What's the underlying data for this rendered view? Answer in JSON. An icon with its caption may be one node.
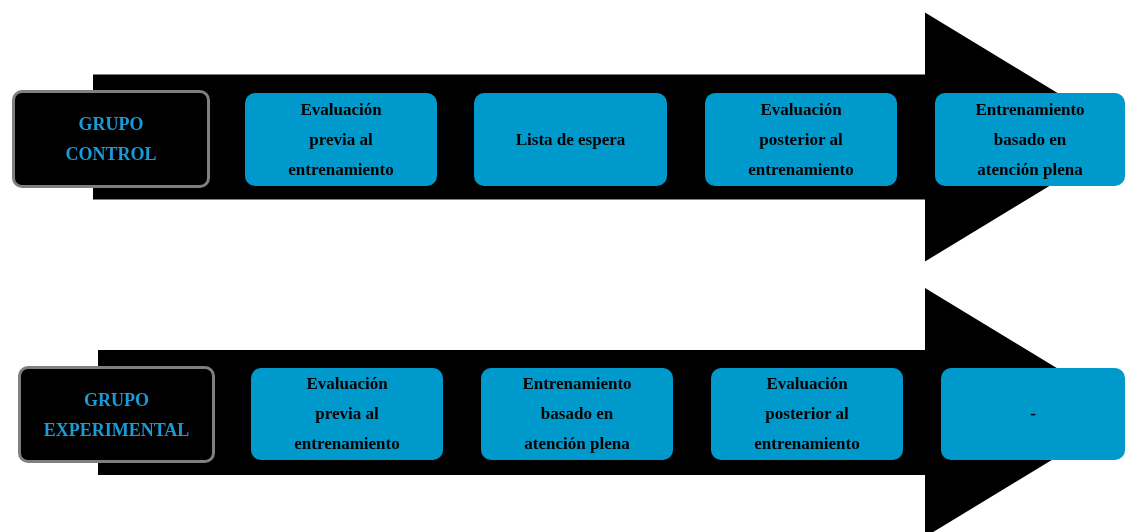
{
  "diagram": {
    "nodes": [
      {
        "text": [
          "GRUPO CONTROL"
        ]
      },
      {
        "text": [
          "Evaluación previa al entrenamiento"
        ]
      },
      {
        "text": [
          "Lista de espera"
        ]
      },
      {
        "text": [
          "Evaluación posterior al entrenamiento"
        ]
      },
      {
        "text": [
          "Entrenamiento basado en atención plena"
        ]
      },
      {
        "text": [
          "GRUPO EXPERIMENTAL"
        ]
      },
      {
        "text": [
          "Evaluación previa al entrenamiento"
        ]
      },
      {
        "text": [
          "Entrenamiento basado en atención plena"
        ]
      },
      {
        "text": [
          "Evaluación posterior al entrenamiento"
        ]
      },
      {
        "text": [
          "-"
        ]
      }
    ],
    "edges": [
      {
        "from": 0,
        "to": 4,
        "arrow": "to"
      },
      {
        "from": 5,
        "to": 9,
        "arrow": "to"
      }
    ]
  }
}
